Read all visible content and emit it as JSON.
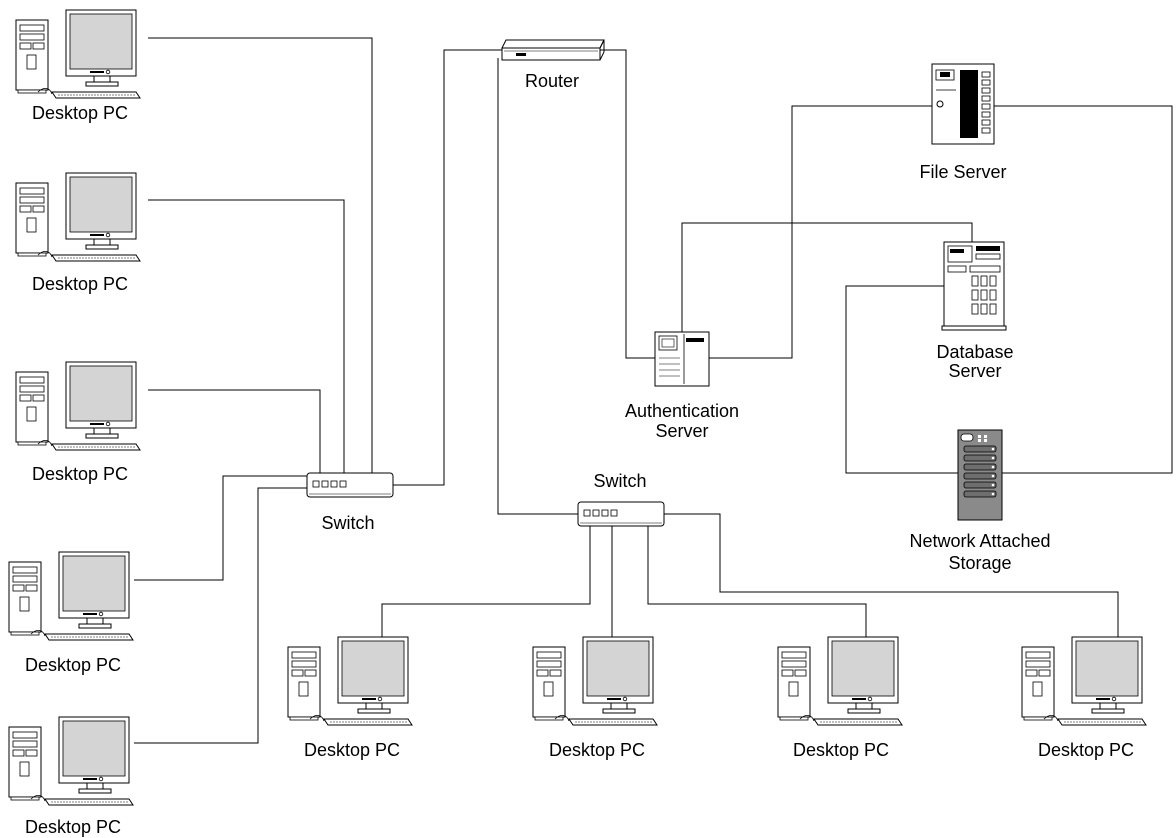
{
  "labels": {
    "router": "Router",
    "switch_left": "Switch",
    "switch_bottom": "Switch",
    "file_server": "File Server",
    "database_server_l1": "Database",
    "database_server_l2": "Server",
    "auth_server_l1": "Authentication",
    "auth_server_l2": "Server",
    "nas_l1": "Network Attached",
    "nas_l2": "Storage",
    "desktop": "Desktop PC"
  },
  "nodes": [
    {
      "id": "router",
      "type": "router",
      "icon": "router-icon"
    },
    {
      "id": "switch-left",
      "type": "switch",
      "icon": "switch-icon"
    },
    {
      "id": "switch-bottom",
      "type": "switch",
      "icon": "switch-icon"
    },
    {
      "id": "file-server",
      "type": "server",
      "icon": "file-server-icon"
    },
    {
      "id": "database-server",
      "type": "server",
      "icon": "database-server-icon"
    },
    {
      "id": "auth-server",
      "type": "server",
      "icon": "auth-server-icon"
    },
    {
      "id": "nas",
      "type": "storage",
      "icon": "nas-icon"
    },
    {
      "id": "pc-left-1",
      "type": "desktop",
      "icon": "desktop-pc-icon"
    },
    {
      "id": "pc-left-2",
      "type": "desktop",
      "icon": "desktop-pc-icon"
    },
    {
      "id": "pc-left-3",
      "type": "desktop",
      "icon": "desktop-pc-icon"
    },
    {
      "id": "pc-left-4",
      "type": "desktop",
      "icon": "desktop-pc-icon"
    },
    {
      "id": "pc-left-5",
      "type": "desktop",
      "icon": "desktop-pc-icon"
    },
    {
      "id": "pc-bottom-1",
      "type": "desktop",
      "icon": "desktop-pc-icon"
    },
    {
      "id": "pc-bottom-2",
      "type": "desktop",
      "icon": "desktop-pc-icon"
    },
    {
      "id": "pc-bottom-3",
      "type": "desktop",
      "icon": "desktop-pc-icon"
    },
    {
      "id": "pc-bottom-4",
      "type": "desktop",
      "icon": "desktop-pc-icon"
    }
  ],
  "connections": [
    [
      "pc-left-1",
      "switch-left"
    ],
    [
      "pc-left-2",
      "switch-left"
    ],
    [
      "pc-left-3",
      "switch-left"
    ],
    [
      "pc-left-4",
      "switch-left"
    ],
    [
      "pc-left-5",
      "switch-left"
    ],
    [
      "switch-left",
      "router"
    ],
    [
      "router",
      "auth-server"
    ],
    [
      "router",
      "switch-bottom"
    ],
    [
      "auth-server",
      "file-server"
    ],
    [
      "auth-server",
      "database-server"
    ],
    [
      "file-server",
      "nas"
    ],
    [
      "database-server",
      "nas"
    ],
    [
      "switch-bottom",
      "pc-bottom-1"
    ],
    [
      "switch-bottom",
      "pc-bottom-2"
    ],
    [
      "switch-bottom",
      "pc-bottom-3"
    ],
    [
      "switch-bottom",
      "pc-bottom-4"
    ]
  ],
  "colors": {
    "line": "#000000",
    "screen": "#d4d4d4",
    "device_body": "#ffffff",
    "nas_body": "#8a8a8a"
  }
}
